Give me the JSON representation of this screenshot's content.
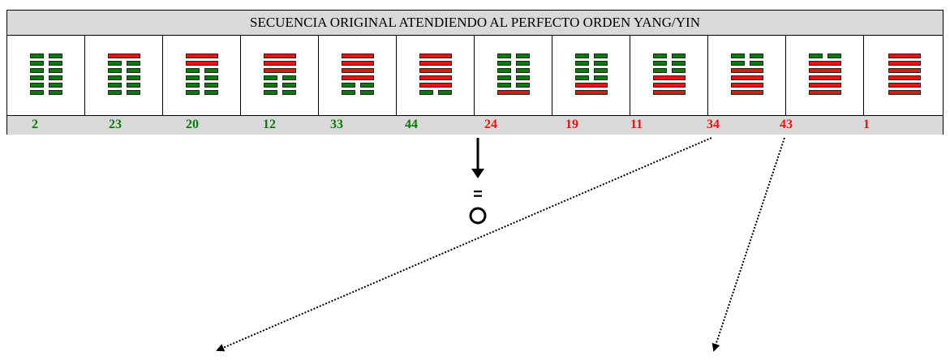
{
  "title": "SECUENCIA ORIGINAL ATENDIENDO AL PERFECTO ORDEN YANG/YIN",
  "colors": {
    "yin": "#0a7a0a",
    "yang": "#ee1111",
    "header_bg": "#d9d9d9"
  },
  "hexagrams": [
    {
      "number": "2",
      "lines": [
        0,
        0,
        0,
        0,
        0,
        0
      ],
      "number_color": "yin"
    },
    {
      "number": "23",
      "lines": [
        1,
        0,
        0,
        0,
        0,
        0
      ],
      "number_color": "yin"
    },
    {
      "number": "20",
      "lines": [
        1,
        1,
        0,
        0,
        0,
        0
      ],
      "number_color": "yin"
    },
    {
      "number": "12",
      "lines": [
        1,
        1,
        1,
        0,
        0,
        0
      ],
      "number_color": "yin"
    },
    {
      "number": "33",
      "lines": [
        1,
        1,
        1,
        1,
        0,
        0
      ],
      "number_color": "yin"
    },
    {
      "number": "44",
      "lines": [
        1,
        1,
        1,
        1,
        1,
        0
      ],
      "number_color": "yin"
    },
    {
      "number": "24",
      "lines": [
        0,
        0,
        0,
        0,
        0,
        1
      ],
      "number_color": "yang"
    },
    {
      "number": "19",
      "lines": [
        0,
        0,
        0,
        0,
        1,
        1
      ],
      "number_color": "yang"
    },
    {
      "number": "11",
      "lines": [
        0,
        0,
        0,
        1,
        1,
        1
      ],
      "number_color": "yang"
    },
    {
      "number": "34",
      "lines": [
        0,
        0,
        1,
        1,
        1,
        1
      ],
      "number_color": "yang"
    },
    {
      "number": "43",
      "lines": [
        0,
        1,
        1,
        1,
        1,
        1
      ],
      "number_color": "yang"
    },
    {
      "number": "1",
      "lines": [
        1,
        1,
        1,
        1,
        1,
        1
      ],
      "number_color": "yang"
    }
  ],
  "equals_symbol": "=",
  "circle_symbol": "O"
}
